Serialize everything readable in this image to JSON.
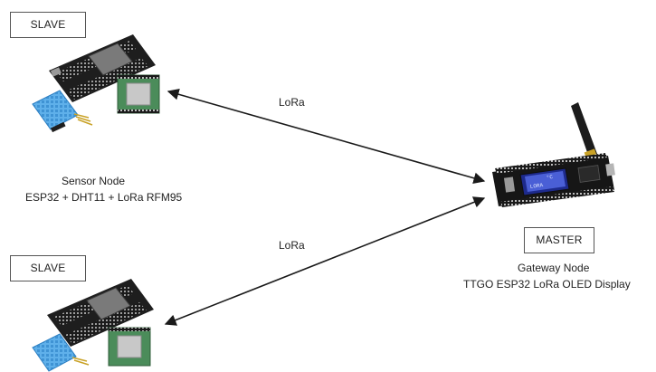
{
  "slave_top": {
    "label": "SLAVE"
  },
  "slave_bottom": {
    "label": "SLAVE"
  },
  "sensor_node": {
    "title": "Sensor Node",
    "subtitle": "ESP32 + DHT11 + LoRa RFM95"
  },
  "master": {
    "label": "MASTER",
    "title": "Gateway Node",
    "subtitle": "TTGO ESP32 LoRa OLED Display"
  },
  "links": {
    "top": "LoRa",
    "bottom": "LoRa"
  },
  "oled_text": [
    "°C",
    "LORA"
  ],
  "colors": {
    "board_dark": "#1f1f1f",
    "board_blue": "#1e6fc0",
    "sensor_blue": "#5fb0ea",
    "module_green": "#4b8c5a",
    "oled_blue": "#4a5fd6",
    "arrow": "#1a1a1a"
  }
}
